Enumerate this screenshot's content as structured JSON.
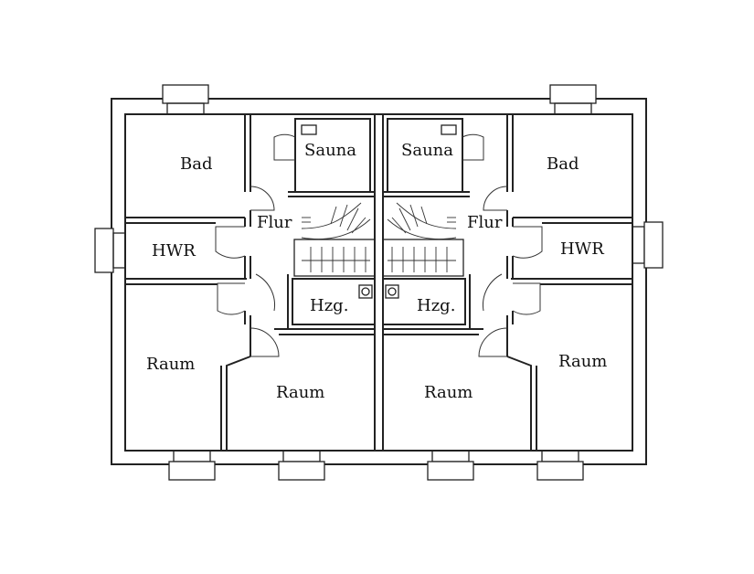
{
  "plan": {
    "left_unit": {
      "sauna": "Sauna",
      "bad": "Bad",
      "flur": "Flur",
      "hwr": "HWR",
      "hzg": "Hzg.",
      "raum_outer": "Raum",
      "raum_inner": "Raum"
    },
    "right_unit": {
      "sauna": "Sauna",
      "bad": "Bad",
      "flur": "Flur",
      "hwr": "HWR",
      "hzg": "Hzg.",
      "raum_outer": "Raum",
      "raum_inner": "Raum"
    }
  },
  "colors": {
    "line": "#222222",
    "background": "#ffffff"
  }
}
